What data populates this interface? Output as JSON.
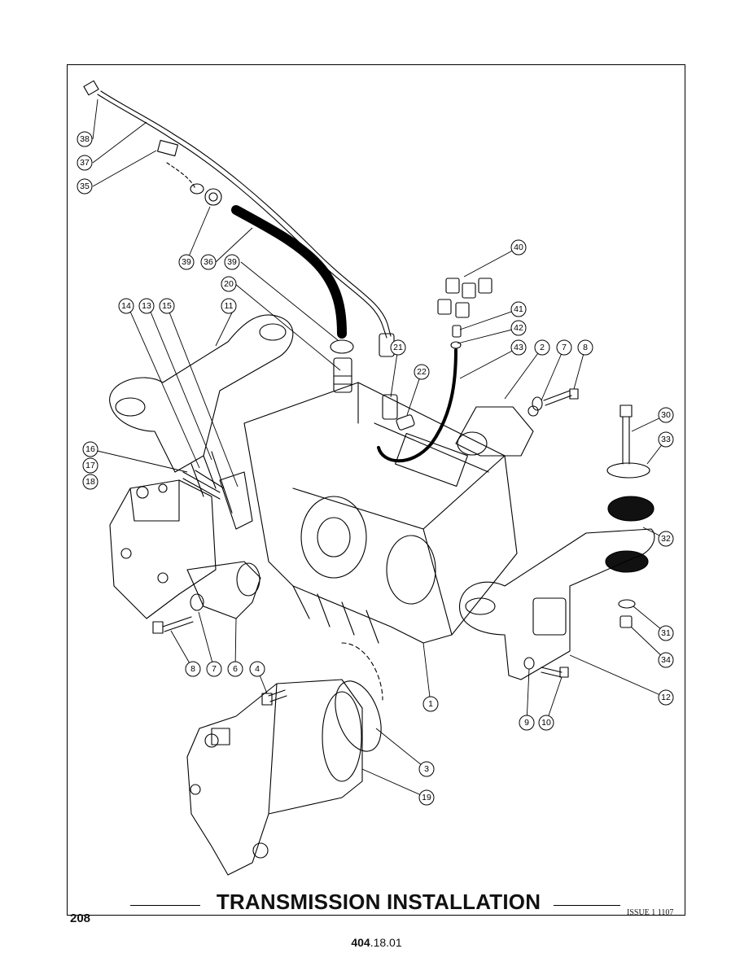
{
  "title": "TRANSMISSION INSTALLATION",
  "page_number": "208",
  "issue": "ISSUE 1 1107",
  "doc_code_bold": "404",
  "doc_code_rest": ".18.01",
  "callouts": [
    {
      "id": "c38",
      "label": "38"
    },
    {
      "id": "c37",
      "label": "37"
    },
    {
      "id": "c35",
      "label": "35"
    },
    {
      "id": "c39a",
      "label": "39"
    },
    {
      "id": "c36",
      "label": "36"
    },
    {
      "id": "c39b",
      "label": "39"
    },
    {
      "id": "c20",
      "label": "20"
    },
    {
      "id": "c11",
      "label": "11"
    },
    {
      "id": "c14",
      "label": "14"
    },
    {
      "id": "c13",
      "label": "13"
    },
    {
      "id": "c15",
      "label": "15"
    },
    {
      "id": "c40",
      "label": "40"
    },
    {
      "id": "c41",
      "label": "41"
    },
    {
      "id": "c42",
      "label": "42"
    },
    {
      "id": "c43",
      "label": "43"
    },
    {
      "id": "c2",
      "label": "2"
    },
    {
      "id": "c7a",
      "label": "7"
    },
    {
      "id": "c8a",
      "label": "8"
    },
    {
      "id": "c21",
      "label": "21"
    },
    {
      "id": "c22",
      "label": "22"
    },
    {
      "id": "c30",
      "label": "30"
    },
    {
      "id": "c33",
      "label": "33"
    },
    {
      "id": "c16",
      "label": "16"
    },
    {
      "id": "c17",
      "label": "17"
    },
    {
      "id": "c18",
      "label": "18"
    },
    {
      "id": "c32",
      "label": "32"
    },
    {
      "id": "c31",
      "label": "31"
    },
    {
      "id": "c34",
      "label": "34"
    },
    {
      "id": "c8b",
      "label": "8"
    },
    {
      "id": "c7b",
      "label": "7"
    },
    {
      "id": "c6",
      "label": "6"
    },
    {
      "id": "c4",
      "label": "4"
    },
    {
      "id": "c1",
      "label": "1"
    },
    {
      "id": "c12",
      "label": "12"
    },
    {
      "id": "c9",
      "label": "9"
    },
    {
      "id": "c10",
      "label": "10"
    },
    {
      "id": "c3",
      "label": "3"
    },
    {
      "id": "c19",
      "label": "19"
    }
  ]
}
